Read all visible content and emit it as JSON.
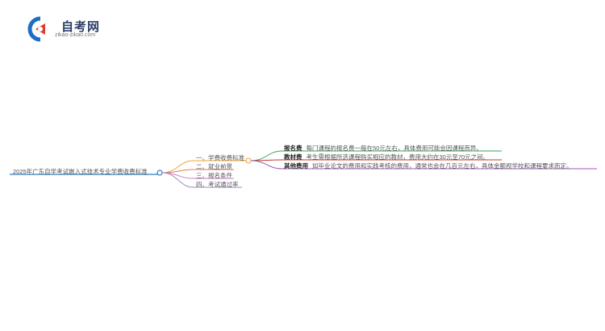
{
  "logo": {
    "title": "自考网",
    "subtitle": "zikao-zikao.com",
    "colors": {
      "blue": "#1e6fc7",
      "red": "#e03b2e",
      "text": "#2c3e66"
    }
  },
  "mindmap": {
    "root": "2025年广东自学考试嵌入式技术专业学费收费标准",
    "branches": [
      {
        "label": "一、学费收费标准",
        "color": "#f0a030"
      },
      {
        "label": "二、就业前景",
        "color": "#e07a5f"
      },
      {
        "label": "三、报名条件",
        "color": "#c77dc9"
      },
      {
        "label": "四、考试通过率",
        "color": "#9a8fbf"
      }
    ],
    "leaves": [
      {
        "title": "报名费",
        "desc": "每门课程的报名费一般在50元左右，具体费用可能会因课程而异。",
        "color": "#3aa655"
      },
      {
        "title": "教材费",
        "desc": "考生需根据所选课程购买相应的教材，费用大约在30元至70元之间。",
        "color": "#c0392b"
      },
      {
        "title": "其他费用",
        "desc": "如毕业论文的费用和实践考核的费用，通常也会在几百元左右，具体金额视学校和课程要求而定。",
        "color": "#a05ab5"
      }
    ],
    "root_color": "#2b7bbf"
  }
}
